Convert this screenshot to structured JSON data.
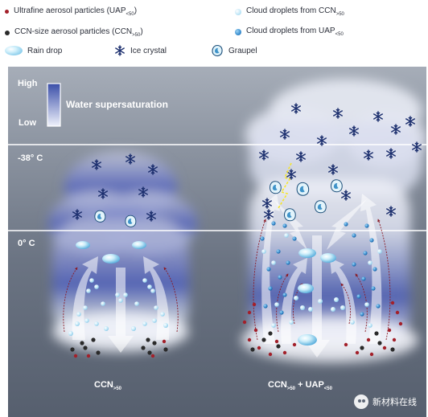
{
  "legend": {
    "uap": {
      "text": "Ultrafine aerosol particles (UAP",
      "sub": "<50",
      "close": ")"
    },
    "ccn": {
      "text": "CCN-size aerosol particles (CCN",
      "sub": ">50",
      "close": ")"
    },
    "rain": {
      "text": "Rain drop"
    },
    "ice": {
      "text": "Ice crystal"
    },
    "graupel": {
      "text": "Graupel"
    },
    "drop_ccn": {
      "text": "Cloud droplets from CCN",
      "sub": ">50",
      "close": ""
    },
    "drop_uap": {
      "text": "Cloud droplets from UAP",
      "sub": "<50",
      "close": ""
    }
  },
  "scale": {
    "high": "High",
    "low": "Low",
    "title": "Water supersaturation"
  },
  "levels": {
    "cold": "-38° C",
    "freeze": "0° C"
  },
  "captions": {
    "left": {
      "main": "CCN",
      "sub": ">50"
    },
    "right": {
      "main1": "CCN",
      "sub1": ">50",
      "plus": " + UAP",
      "sub2": "<50"
    }
  },
  "watermark": {
    "text": "新材料在线"
  },
  "colors": {
    "uap": "#a3202a",
    "ccn": "#2a2a2a",
    "drop_ccn": "#bfe6f7",
    "drop_uap": "#3a8fd0",
    "rain": "#9fd8f2",
    "ice": "#1c2f6e",
    "sky_top": "#a6adb8",
    "sky_bottom": "#56606f",
    "line": "#ffffff"
  }
}
